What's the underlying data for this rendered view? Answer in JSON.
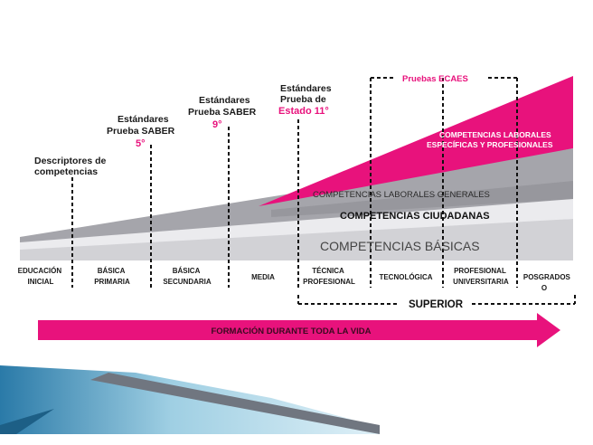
{
  "colors": {
    "magenta": "#e8127c",
    "band_light": "#d2d2d6",
    "band_mid": "#e6e6ea",
    "band_dark": "#9a9aa0",
    "band_darker": "#b4b4b8",
    "text_dark": "#1a1a1a",
    "slide_blue_dark": "#1d5f86",
    "slide_blue_light": "#9fcfe3"
  },
  "milestones": {
    "descriptores": [
      "Descriptores de",
      "competencias"
    ],
    "saber5": [
      "Estándares",
      "Prueba SABER"
    ],
    "saber5_grade": "5°",
    "saber9": [
      "Estándares",
      "Prueba SABER"
    ],
    "saber9_grade": "9°",
    "estado11": [
      "Estándares",
      "Prueba de"
    ],
    "estado11_grade": "Estado 11°",
    "ecaes": "Pruebas ECAES"
  },
  "bands": {
    "laborales_especificas": [
      "COMPETENCIAS LABORALES",
      "ESPECÍFICAS Y PROFESIONALES"
    ],
    "laborales_generales": "COMPETENCIAS LABORALES GENERALES",
    "ciudadanas": "COMPETENCIAS CIUDADANAS",
    "basicas": "COMPETENCIAS BÁSICAS"
  },
  "levels": [
    [
      "EDUCACIÓN",
      "INICIAL"
    ],
    [
      "BÁSICA",
      "PRIMARIA"
    ],
    [
      "BÁSICA",
      "SECUNDARIA"
    ],
    [
      "MEDIA"
    ],
    [
      "TÉCNICA",
      "PROFESIONAL"
    ],
    [
      "TECNOLÓGICA"
    ],
    [
      "PROFESIONAL",
      "UNIVERSITARIA"
    ],
    [
      "POSGRADOS",
      "O"
    ]
  ],
  "superior_label": "SUPERIOR",
  "arrow_label": "FORMACIÓN DURANTE TODA LA VIDA"
}
